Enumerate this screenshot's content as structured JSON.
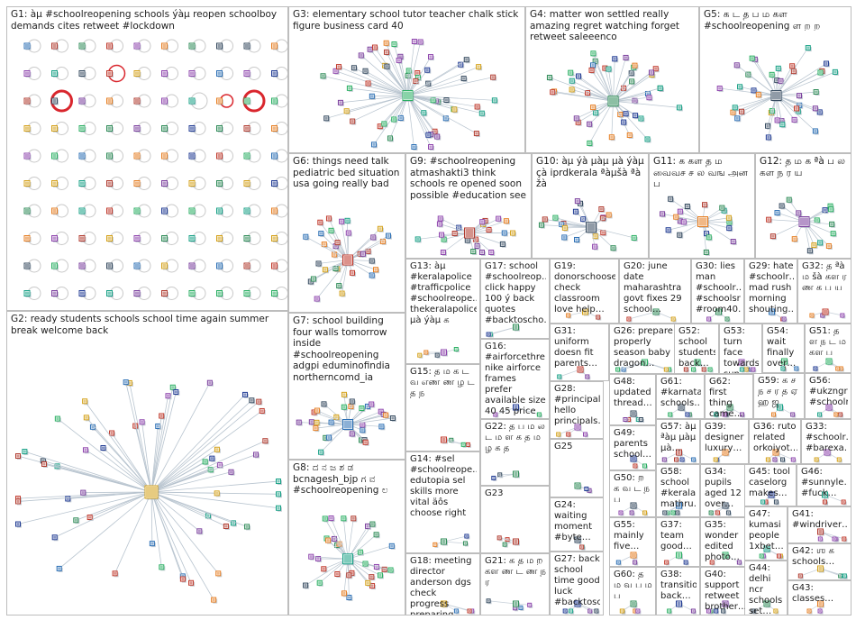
{
  "graph": {
    "groups": [
      {
        "id": "G1",
        "label": "G1: àµ #schoolreopening schools ýàµ reopen schoolboy demands cites retweet #lockdown"
      },
      {
        "id": "G2",
        "label": "G2: ready students schools school time again summer break welcome back"
      },
      {
        "id": "G3",
        "label": "G3: elementary school tutor teacher chalk stick figure business card 40"
      },
      {
        "id": "G4",
        "label": "G4: matter won settled really amazing regret watching forget retweet saleeenco"
      },
      {
        "id": "G5",
        "label": "G5: க ட த ப ம கள #schoolreopening ள ற ற"
      },
      {
        "id": "G6",
        "label": "G6: things need talk pediatric bed situation usa going really bad"
      },
      {
        "id": "G7",
        "label": "G7: school building four walls tomorrow inside #schoolreopening adgpi eduminofindia northerncomd_ia"
      },
      {
        "id": "G8",
        "label": "G8: ದ ನ ಜ ಶ ಡ bcnagesh_bjp ಗ ವ #schoolreopening ಲ"
      },
      {
        "id": "G9",
        "label": "G9: #schoolreopening atmashakti3 think schools re opened soon possible #education see"
      },
      {
        "id": "G10",
        "label": "G10: àµ ýà µàµ µà ýàµ çà iprdkerala ªàµšà ªà žà"
      },
      {
        "id": "G11",
        "label": "G11: க கள த ம வைவச ச ல வங அன ப"
      },
      {
        "id": "G12",
        "label": "G12: த ம க ªà ப ல கள ந ர ய"
      },
      {
        "id": "G13",
        "label": "G13: àµ #keralapolice #trafficpolice #schoolreope… thekeralapolice µà ýàµ க"
      },
      {
        "id": "G14",
        "label": "G14: #sel #schoolreope… edutopia sel skills more vital äôs choose right"
      },
      {
        "id": "G15",
        "label": "G15: த ம க ட வ எண ண ழ ட த ந"
      },
      {
        "id": "G16",
        "label": "G16: #airforcethre… nike airforce frames prefer available size 40 45 price"
      },
      {
        "id": "G17",
        "label": "G17: school #schoolreop… click happy 100 ý back quotes #backtoscho…"
      },
      {
        "id": "G18",
        "label": "G18: meeting director anderson dgs check progress preparing…"
      },
      {
        "id": "G19",
        "label": "G19: donorschoose check classroom love help…"
      },
      {
        "id": "G20",
        "label": "G20: june date maharashtra govt fixes 29 school…"
      },
      {
        "id": "G21",
        "label": "G21: க த ம ற கள ண ட ண ந ர"
      },
      {
        "id": "G22",
        "label": "G22: த ப ம ல ட ம ள க த ம ழ க த"
      },
      {
        "id": "G23",
        "label": "G23"
      },
      {
        "id": "G24",
        "label": "G24: waiting moment #byte…"
      },
      {
        "id": "G25",
        "label": "G25"
      },
      {
        "id": "G26",
        "label": "G26: prepare properly season baby dragon…"
      },
      {
        "id": "G27",
        "label": "G27: back school time good luck #backtosc…"
      },
      {
        "id": "G28",
        "label": "G28: #principal hello principals…"
      },
      {
        "id": "G29",
        "label": "G29: hate #schoolr… mad rush morning shouting…"
      },
      {
        "id": "G30",
        "label": "G30: lies man #schoolr… #schoolsr… #room40…"
      },
      {
        "id": "G31",
        "label": "G31: uniform doesn fit parents…"
      },
      {
        "id": "G32",
        "label": "G32: த ªà ம šà கள ர ண க ப ய"
      },
      {
        "id": "G33",
        "label": "G33: #schoolr… #barexa…"
      },
      {
        "id": "G34",
        "label": "G34: pupils aged 12 over…"
      },
      {
        "id": "G35",
        "label": "G35: wonder edited photo…"
      },
      {
        "id": "G36",
        "label": "G36: ruto related orkoiyot…"
      },
      {
        "id": "G37",
        "label": "G37: team good…"
      },
      {
        "id": "G38",
        "label": "G38: transition back…"
      },
      {
        "id": "G39",
        "label": "G39: designer luxury…"
      },
      {
        "id": "G40",
        "label": "G40: support retweet brother…"
      },
      {
        "id": "G41",
        "label": "G41: #windriver…"
      },
      {
        "id": "G42",
        "label": "G42: ஶ க schools…"
      },
      {
        "id": "G43",
        "label": "G43: classes…"
      },
      {
        "id": "G44",
        "label": "G44: delhi ncr schools set…"
      },
      {
        "id": "G45",
        "label": "G45: tool caselorg makes…"
      },
      {
        "id": "G46",
        "label": "G46: #sunnyle… #fuck…"
      },
      {
        "id": "G47",
        "label": "G47: kumasi people 1xbet…"
      },
      {
        "id": "G48",
        "label": "G48: updated thread…"
      },
      {
        "id": "G49",
        "label": "G49: parents school…"
      },
      {
        "id": "G50",
        "label": "G50: ற க வ ட ந ப"
      },
      {
        "id": "G51",
        "label": "G51: த ள ந ட ம கள ப"
      },
      {
        "id": "G52",
        "label": "G52: school students back…"
      },
      {
        "id": "G53",
        "label": "G53: turn face towards sun…"
      },
      {
        "id": "G54",
        "label": "G54: wait finally over…"
      },
      {
        "id": "G55",
        "label": "G55: mainly five…"
      },
      {
        "id": "G56",
        "label": "G56: #ukzngr… #schoolr…"
      },
      {
        "id": "G57",
        "label": "G57: àµ ªàµ µàµ µà…"
      },
      {
        "id": "G58",
        "label": "G58: school #kerala mathru…"
      },
      {
        "id": "G59",
        "label": "G59: க ச ந ச ர த ஏ ஹ ஜ"
      },
      {
        "id": "G60",
        "label": "G60: த ம வ ப ம ப"
      },
      {
        "id": "G61",
        "label": "G61: #karnata… schools…"
      },
      {
        "id": "G62",
        "label": "G62: first thing came…"
      }
    ]
  }
}
